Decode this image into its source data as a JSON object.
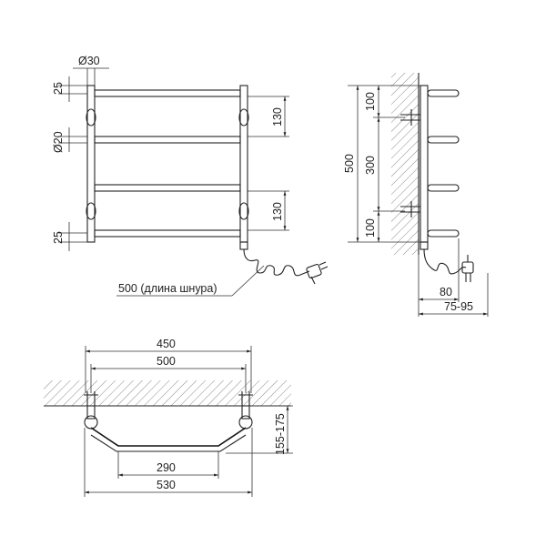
{
  "labels": {
    "front_diam_top": "Ø30",
    "front_diam_mid": "Ø20",
    "front_left_top": "25",
    "front_left_bottom": "25",
    "front_right_top": "130",
    "front_right_bottom": "130",
    "cord_note": "500 (длина шнура)",
    "side_total": "500",
    "side_top": "100",
    "side_mid": "300",
    "side_bottom": "100",
    "side_depth_a": "80",
    "side_depth_b": "75-95",
    "top_450": "450",
    "top_500": "500",
    "top_290": "290",
    "top_530": "530",
    "top_offset": "155-175"
  },
  "colors": {
    "line": "#222222",
    "hatch": "#555555",
    "background": "#ffffff"
  }
}
